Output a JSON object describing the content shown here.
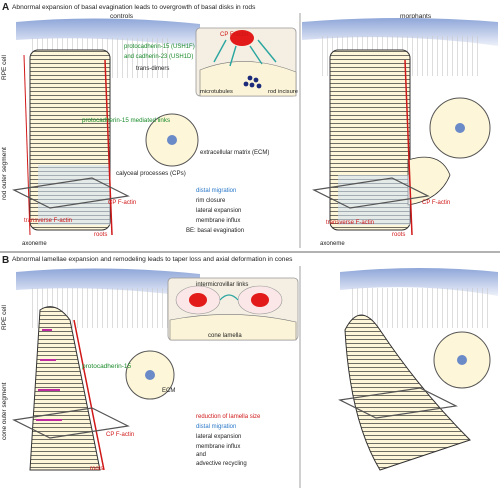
{
  "panel_a": {
    "letter": "A",
    "title": "Abnormal expansion of basal evagination leads to overgrowth of basal disks in rods",
    "left_heading": "controls",
    "right_heading": "morphants",
    "rpe_label": "RPE cell",
    "side_label": "rod outer segment",
    "inset_labels": {
      "cp_factin": "CP F-actin",
      "pcdh15": "protocadherin-15 (USH1F)",
      "cdh23": "and cadherin-23 (USH1D)",
      "trans_dimers": "trans-dimers",
      "microtubules": "microtubules",
      "rim_incisure": "rod incisure"
    },
    "labels": {
      "pcdh15_links": "protocadherin-15 mediated links",
      "ecm": "extracellular matrix (ECM)",
      "calyceal": "calyceal processes (CPs)",
      "transverse": "transverse F-actin",
      "cp": "CP F-actin",
      "roots": "roots",
      "axoneme": "axoneme",
      "transverse_r": "transverse F-actin",
      "cp_r": "CP F-actin",
      "roots_r": "roots",
      "axoneme_r": "axoneme"
    },
    "legend": [
      {
        "key": "distal migration",
        "color": "#2a78c8"
      },
      {
        "key": "rim closure",
        "color": "#e07020"
      },
      {
        "key": "lateral expansion",
        "color": "#1a3a8a"
      },
      {
        "key": "membrane influx",
        "color": "#222222"
      },
      {
        "key": "BE: basal evagination",
        "color": "#222222"
      }
    ]
  },
  "panel_b": {
    "letter": "B",
    "title": "Abnormal lamellae expansion and remodeling leads to taper loss and axial deformation in cones",
    "rpe_label": "RPE cell",
    "side_label": "cone outer segment",
    "labels": {
      "intermicrovillar": "intermicrovillar links",
      "cone_lamella": "cone lamella",
      "pcdh15": "protocadherin-15",
      "ecm": "ECM",
      "cp": "CP F-actin",
      "roots": "roots"
    },
    "legend": [
      {
        "key": "reduction of lamella size",
        "color": "#d01818"
      },
      {
        "key": "distal migration",
        "color": "#2a78c8"
      },
      {
        "key": "lateral expansion",
        "color": "#1a3a8a"
      },
      {
        "key": "membrane influx",
        "color": "#222222"
      },
      {
        "key": "and",
        "color": "#222222"
      },
      {
        "key": "advective recycling",
        "color": "#222222"
      }
    ]
  }
}
